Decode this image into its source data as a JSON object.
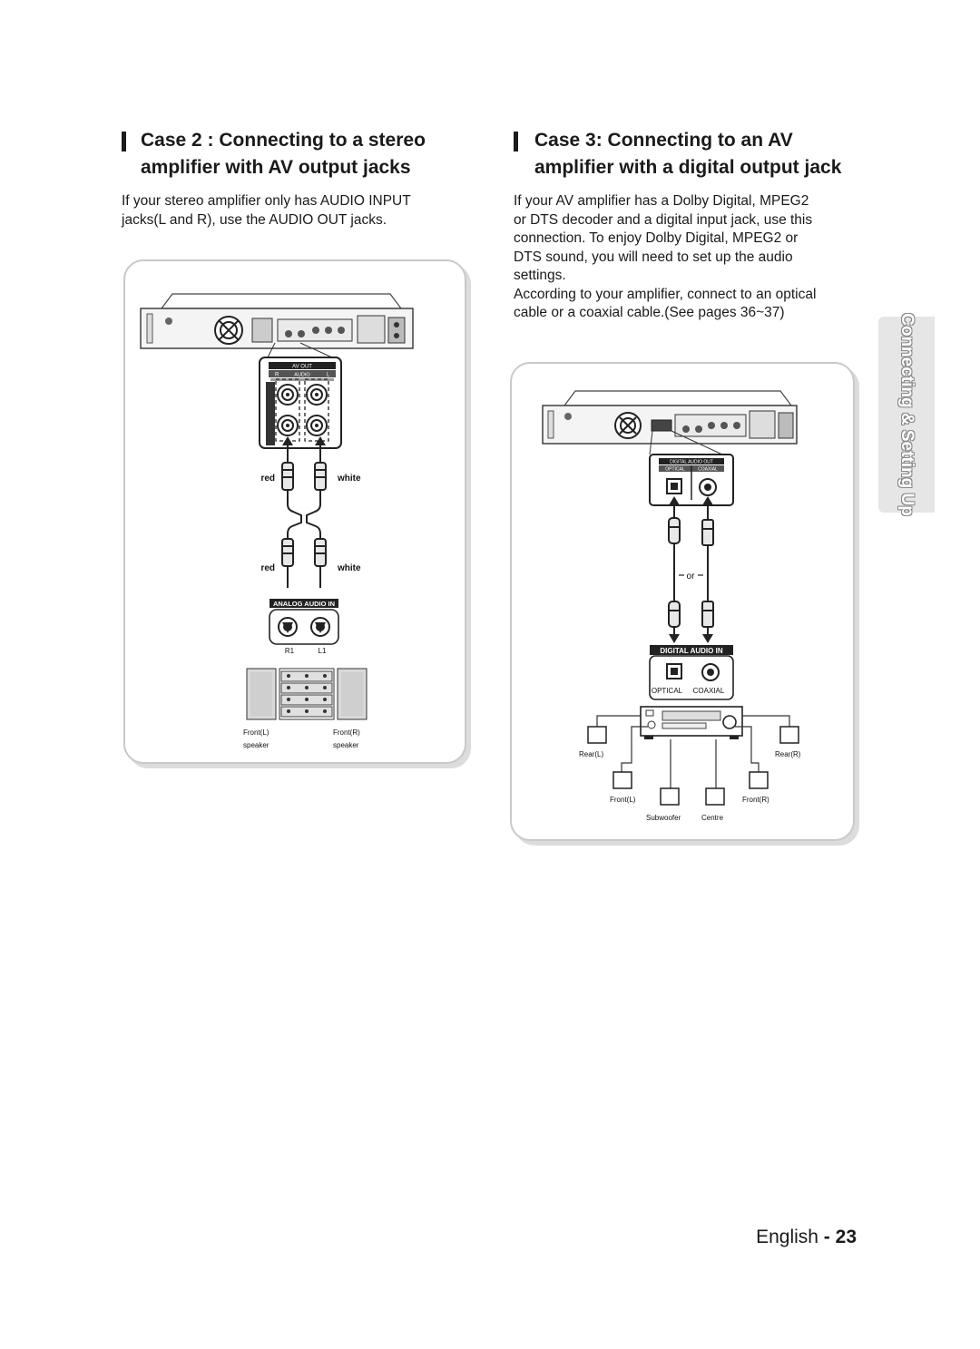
{
  "case2": {
    "title_line1": "Case 2 : Connecting to a stereo",
    "title_line2": "amplifier with AV output jacks",
    "body_line1": "If your stereo amplifier only has AUDIO INPUT",
    "body_line2": "jacks(L and R), use the AUDIO OUT jacks.",
    "diagram": {
      "av_out_label": "AV OUT",
      "r_label": "R",
      "audio_label": "AUDIO",
      "l_label": "L",
      "red_label": "red",
      "white_label": "white",
      "analog_audio_in_label": "ANALOG   AUDIO IN",
      "r1_label": "R1",
      "l1_label": "L1",
      "front_l_label": "Front(L)",
      "front_r_label": "Front(R)",
      "speaker_label": "speaker"
    }
  },
  "case3": {
    "title_line1": "Case 3: Connecting to an AV",
    "title_line2": "amplifier with a digital output jack",
    "body_lines": [
      "If your AV amplifier has a Dolby Digital, MPEG2",
      "or DTS decoder and a digital input jack, use this",
      "connection. To enjoy Dolby Digital, MPEG2 or",
      "DTS sound, you will need to set up the audio",
      "settings.",
      "According to your amplifier, connect to an optical",
      "cable or a coaxial cable.(See pages 36~37)"
    ],
    "diagram": {
      "digital_audio_out_label": "DIGITAL AUDIO OUT",
      "optical_small": "OPTICAL",
      "coaxial_small": "COAXIAL",
      "or_label": "or",
      "digital_audio_in_label": "DIGITAL AUDIO IN",
      "optical_label": "OPTICAL",
      "coaxial_label": "COAXIAL",
      "rear_l_label": "Rear(L)",
      "rear_r_label": "Rear(R)",
      "front_l_label": "Front(L)",
      "front_r_label": "Front(R)",
      "subwoofer_label": "Subwoofer",
      "centre_label": "Centre"
    }
  },
  "side_tab": {
    "label": "Connecting & Setting Up"
  },
  "footer": {
    "language": "English",
    "separator": " - ",
    "page_number": "23"
  }
}
